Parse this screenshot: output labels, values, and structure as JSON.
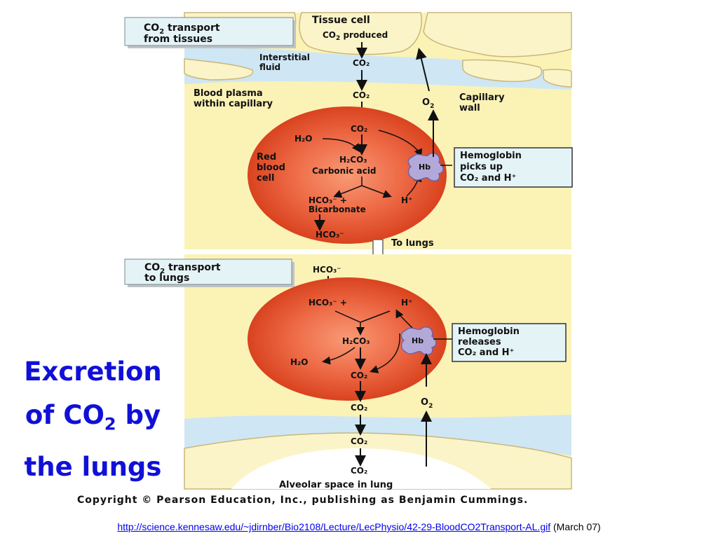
{
  "slide": {
    "title_line1": "Excretion",
    "title_line2_pre": "of CO",
    "title_line2_sub": "2",
    "title_line2_post": " by",
    "title_line3": "the lungs"
  },
  "top_panel": {
    "header_line1_pre": "CO",
    "header_line1_sub": "2",
    "header_line1_post": " transport",
    "header_line2": "from tissues",
    "tissue_cell": "Tissue cell",
    "co2_produced_pre": "CO",
    "co2_produced_sub": "2",
    "co2_produced_post": " produced",
    "interstitial_line1": "Interstitial",
    "interstitial_line2": "fluid",
    "plasma_line1": "Blood plasma",
    "plasma_line2": "within capillary",
    "capillary_line1": "Capillary",
    "capillary_line2": "wall",
    "rbc_line1": "Red",
    "rbc_line2": "blood",
    "rbc_line3": "cell",
    "h2o": "H₂O",
    "h2co3": "H₂CO₃",
    "carbonic_acid": "Carbonic acid",
    "hco3_plus": "HCO₃⁻    +",
    "h_plus": "H⁺",
    "bicarbonate": "Bicarbonate",
    "hco3_out": "HCO₃⁻",
    "hb": "Hb",
    "o2_pre": "O",
    "o2_sub": "2",
    "callout_line1": "Hemoglobin",
    "callout_line2": "picks up",
    "callout_line3": "CO₂ and H⁺",
    "to_lungs": "To lungs"
  },
  "bottom_panel": {
    "header_line1_pre": "CO",
    "header_line1_sub": "2",
    "header_line1_post": " transport",
    "header_line2": "to lungs",
    "hco3_in": "HCO₃⁻",
    "hco3_plus": "HCO₃⁻    +",
    "h_plus": "H⁺",
    "h2co3": "H₂CO₃",
    "h2o": "H₂O",
    "hb": "Hb",
    "o2_pre": "O",
    "o2_sub": "2",
    "callout_line1": "Hemoglobin",
    "callout_line2": "releases",
    "callout_line3": "CO₂ and H⁺",
    "alveolar": "Alveolar space in lung"
  },
  "co2_label": "CO₂",
  "copyright": "Copyright © Pearson Education, Inc., publishing as Benjamin Cummings.",
  "source": {
    "link": "http://science.kennesaw.edu/~jdirnber/Bio2108/Lecture/LecPhysio/42-29-BloodCO2Transport-AL.gif",
    "date": " (March 07)"
  },
  "colors": {
    "plasma": "#fbf2b6",
    "fluid": "#cfe6f4",
    "cell": "#fbf4c8",
    "rbc": "#ea5a38",
    "callout_fill": "#e4f3f6",
    "title_blue": "#1010d8"
  }
}
